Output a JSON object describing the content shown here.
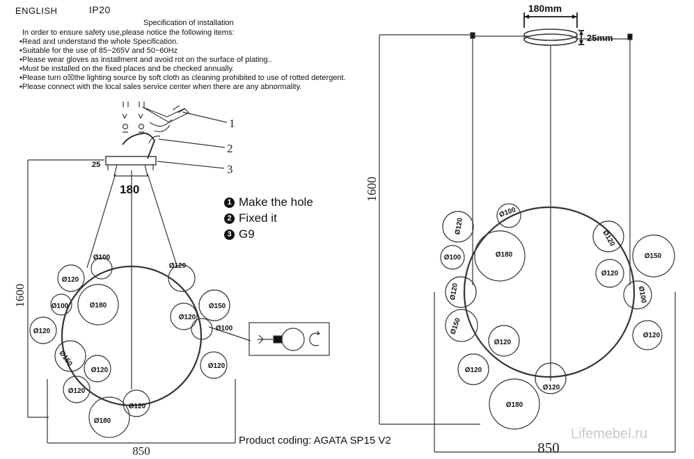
{
  "header": {
    "language": "ENGLISH",
    "rating": "IP20",
    "spec_title": "Specification of installation"
  },
  "spec_lines": [
    "In order to ensure safety use,please notice the following items:",
    "•Read and understand the whole Specification.",
    "•Suitable for the use of 85~265V and 50~60Hz",
    "•Please wear gloves as installment and avoid rot on the surface of plating..",
    "•Must be installed on the fixed places and be checked annually.",
    "•Please turn o☒the lighting source by soft cloth as cleaning prohibited to use of rotted detergent.",
    "•Please connect with the local sales service center when there are any abnormality."
  ],
  "steps": [
    {
      "num": "1",
      "label": "Make the hole"
    },
    {
      "num": "2",
      "label": "Fixed it"
    },
    {
      "num": "3",
      "label": "G9"
    }
  ],
  "callouts": [
    "1",
    "2",
    "3"
  ],
  "product_coding": "Product coding: AGATA SP15 V2",
  "watermark": "Lifemebel.ru",
  "left_diagram": {
    "canopy_height": "25",
    "canopy_width": "180",
    "height": "1600",
    "width": "850",
    "globe_labels": [
      "Ø100",
      "Ø120",
      "Ø120",
      "Ø100",
      "Ø180",
      "Ø150",
      "Ø120",
      "Ø120",
      "Ø100",
      "Ø150",
      "Ø120",
      "Ø120",
      "Ø120",
      "Ø120",
      "Ø180"
    ]
  },
  "right_diagram": {
    "canopy_width": "180mm",
    "canopy_height": "25mm",
    "height": "1600",
    "width": "850",
    "globe_labels": [
      "Ø100",
      "Ø120",
      "Ø180",
      "Ø100",
      "Ø120",
      "Ø120",
      "Ø150",
      "Ø120",
      "Ø100",
      "Ø150",
      "Ø120",
      "Ø120",
      "Ø120",
      "Ø120",
      "Ø180"
    ]
  }
}
